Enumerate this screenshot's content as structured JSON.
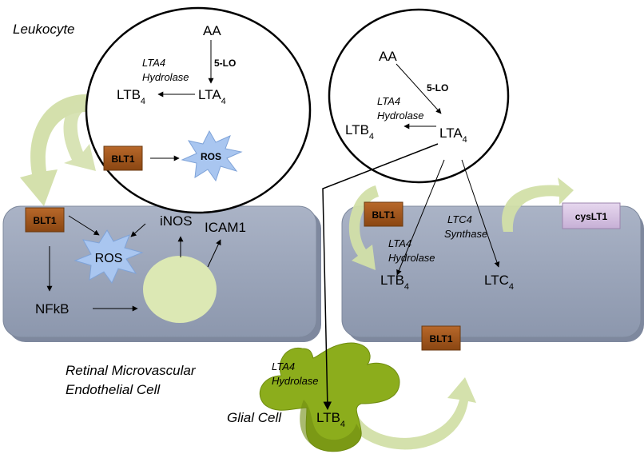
{
  "labels": {
    "leukocyte": "Leukocyte",
    "retinal_line1": "Retinal Microvascular",
    "retinal_line2": "Endothelial Cell",
    "glial": "Glial Cell"
  },
  "leukocyte_cell": {
    "aa": "AA",
    "enzyme_5lo": "5-LO",
    "lta4_hydrolase_line1": "LTA4",
    "lta4_hydrolase_line2": "Hydrolase",
    "ltb": "LTB",
    "lta": "LTA",
    "sub4": "4",
    "blt1": "BLT1",
    "ros": "ROS"
  },
  "second_cell": {
    "aa": "AA",
    "enzyme_5lo": "5-LO",
    "lta4_hydrolase_line1": "LTA4",
    "lta4_hydrolase_line2": "Hydrolase",
    "ltb": "LTB",
    "lta": "LTA",
    "sub4": "4"
  },
  "endothelial_left": {
    "blt1": "BLT1",
    "ros": "ROS",
    "inos": "iNOS",
    "icam1": "ICAM1",
    "nfkb": "NFkB"
  },
  "endothelial_right": {
    "blt1_top": "BLT1",
    "blt1_bottom": "BLT1",
    "cyslt1": "cysLT1",
    "ltc4_synthase_line1": "LTC4",
    "ltc4_synthase_line2": "Synthase",
    "lta4_hydrolase_line1": "LTA4",
    "lta4_hydrolase_line2": "Hydrolase",
    "ltb": "LTB",
    "ltc": "LTC",
    "sub4": "4"
  },
  "glial_cell": {
    "lta4_hydrolase_line1": "LTA4",
    "lta4_hydrolase_line2": "Hydrolase",
    "ltb": "LTB",
    "sub4": "4"
  },
  "colors": {
    "cell_fill": "#9aa4b8",
    "cell_stroke": "#7d889c",
    "receptor_brown": "#a0561c",
    "cyslt_purple": "#d9c6e4",
    "ros_blue": "#a9c6f0",
    "nucleus_green": "#dce8b4",
    "glial_green": "#8cad1c",
    "curved_arrow": "#d2dfa8"
  }
}
